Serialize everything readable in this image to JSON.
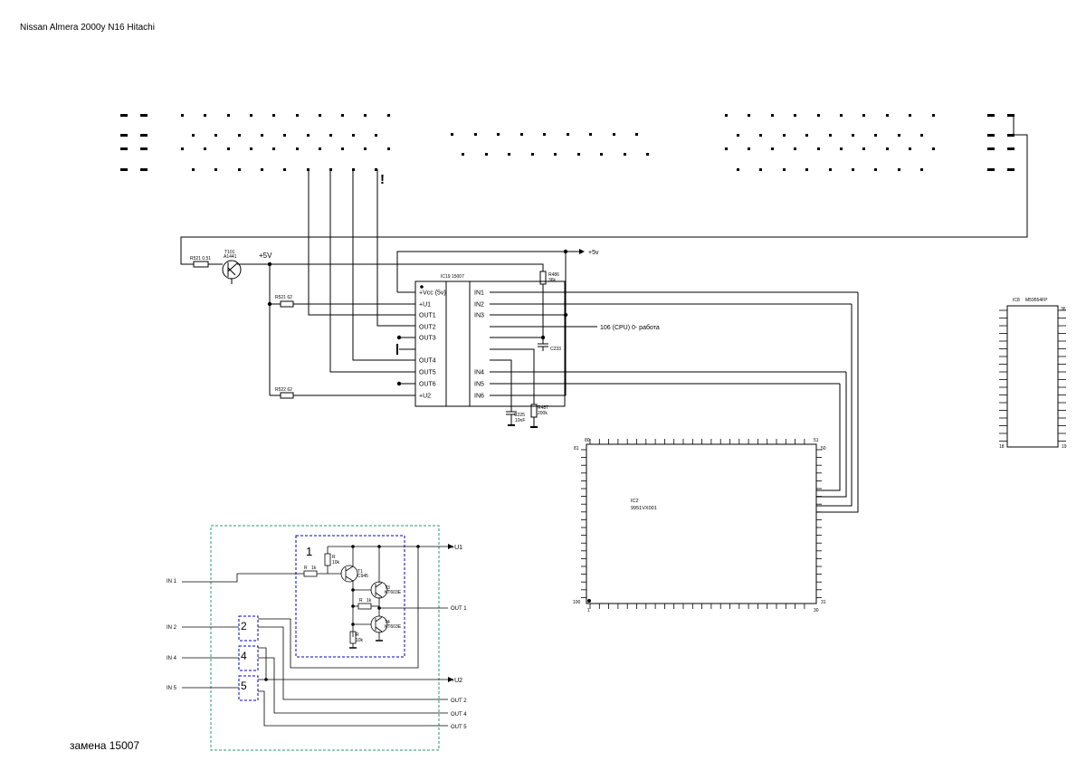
{
  "title": "Nissan Almera  2000y   N16   Hitachi",
  "footer_note": "замена 15007",
  "colors": {
    "wire": "#000000",
    "power_label": "#ff0000",
    "warning": "#ff0000",
    "block_outline": "#0000cc",
    "module_outline": "#2e9a6a",
    "block_label": "#0000cc"
  },
  "warning_mark": "!",
  "plus5v_left": "+5V",
  "plus5v_right": "+5v",
  "transistor": {
    "ref": "T101",
    "part": "A1441"
  },
  "resistors": {
    "r521a": "R521 0.51",
    "r521b": "R521 62",
    "r522": "R522 62",
    "r486": "R486",
    "r486_val": "36k",
    "r487": "R487",
    "r487_val": "200k"
  },
  "capacitors": {
    "c233": "C233",
    "c225": "C225",
    "c225_val": "10nF"
  },
  "ic19": {
    "title": "IC19 15007",
    "left_pins": [
      "+Vcc (5v)",
      "+U1",
      "OUT1",
      "OUT2",
      "OUT3",
      "",
      "OUT4",
      "OUT5",
      "OUT6",
      "+U2"
    ],
    "right_pins": [
      "IN1",
      "IN2",
      "IN3",
      "",
      "",
      "",
      "",
      "IN4",
      "IN5",
      "IN6"
    ]
  },
  "cpu_note": "106 (CPU)  0- работа",
  "ic2": {
    "ref": "IC2",
    "part": "9951VX001",
    "corner_top_left": "80",
    "corner_top_right": "51",
    "side_left_top": "81",
    "side_right_top": "50",
    "corner_bottom_left": "100",
    "bottom_left": "1",
    "bottom_right": "30",
    "side_right_bottom": "31"
  },
  "ic8": {
    "ref": "IC8",
    "part": "M59554FP",
    "top_right": "36",
    "bottom_left": "18",
    "bottom_right": "19"
  },
  "replacement": {
    "inputs": [
      "IN 1",
      "IN 2",
      "IN 4",
      "IN 5"
    ],
    "blocks": [
      "1",
      "2",
      "4",
      "5"
    ],
    "rails": [
      "+U1",
      "+U2"
    ],
    "outputs": [
      "OUT  1",
      "OUT 2",
      "OUT 4",
      "OUT 5"
    ],
    "components": {
      "r_top": "R",
      "r_top_val": "10k",
      "r_base": "R",
      "r_base_val": "1k",
      "r_mid": "R",
      "r_mid_val": "1k",
      "r_bot": "R",
      "r_bot_val": "10k",
      "t1": "T1",
      "t1_part": "C945",
      "t3": "T3",
      "t3_part": "KT603E",
      "t4": "T4",
      "t4_part": "KT603E"
    }
  }
}
